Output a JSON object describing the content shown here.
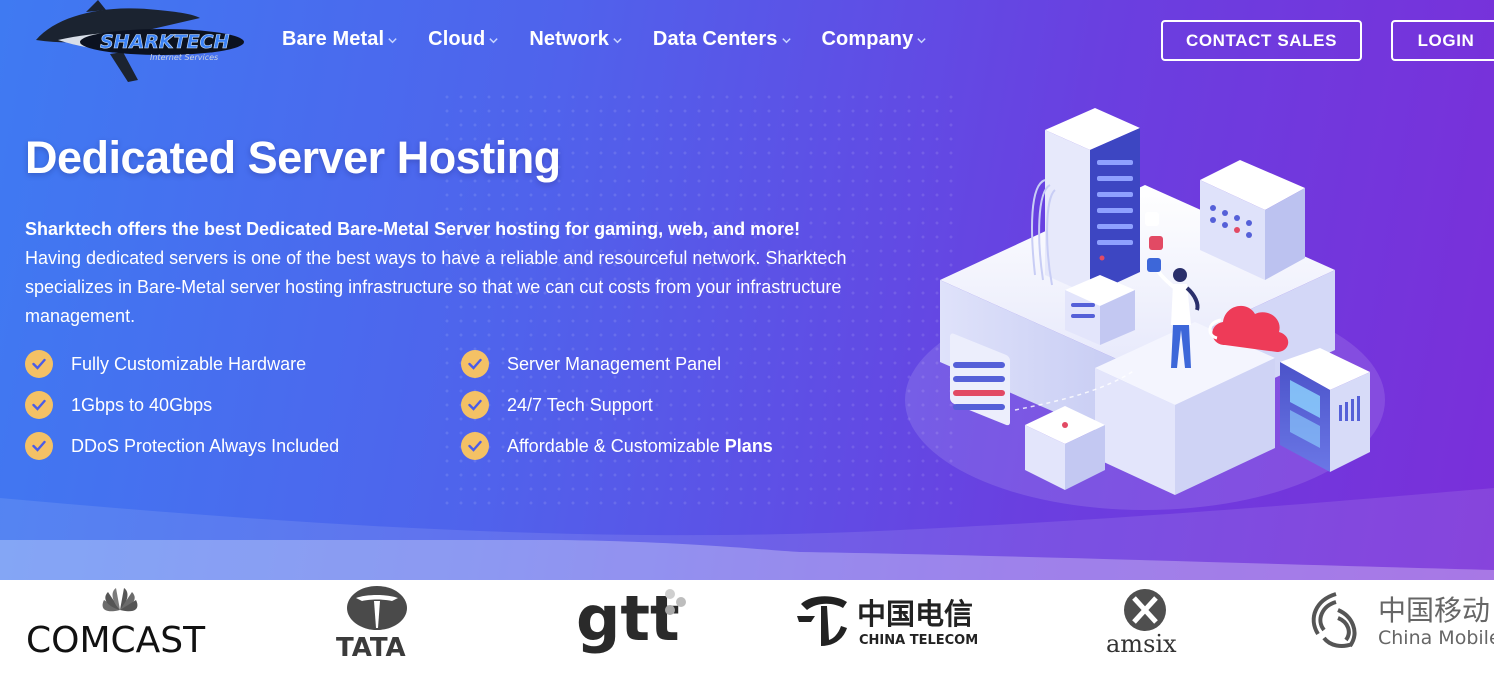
{
  "header": {
    "logo_text": "SHARKTECH",
    "logo_subtext": "Internet Services",
    "nav": [
      {
        "label": "Bare Metal"
      },
      {
        "label": "Cloud"
      },
      {
        "label": "Network"
      },
      {
        "label": "Data Centers"
      },
      {
        "label": "Company"
      }
    ],
    "contact_sales_label": "CONTACT SALES",
    "login_label": "LOGIN"
  },
  "hero": {
    "title": "Dedicated Server Hosting",
    "lead_strong": "Sharktech offers the best Dedicated Bare-Metal Server hosting for gaming, web, and more!",
    "lead_body": "Having dedicated servers is one of the best ways to have a reliable and resourceful network. Sharktech specializes in Bare-Metal server hosting infrastructure so that we can cut costs from your infrastructure management.",
    "features": [
      {
        "label": "Fully Customizable Hardware",
        "bold": ""
      },
      {
        "label": "Server Management Panel",
        "bold": ""
      },
      {
        "label": "1Gbps to 40Gbps",
        "bold": ""
      },
      {
        "label": "24/7 Tech Support",
        "bold": ""
      },
      {
        "label": "DDoS Protection Always Included",
        "bold": ""
      },
      {
        "label": "Affordable & Customizable",
        "bold": "Plans"
      }
    ]
  },
  "partners": {
    "comcast": "COMCAST",
    "tata": "TATA",
    "gtt": "gtt",
    "china_telecom_cn": "中国电信",
    "china_telecom_en": "CHINA TELECOM",
    "amsix": "amsix",
    "china_mobile_cn": "中国移动",
    "china_mobile_en": "China Mobile"
  },
  "colors": {
    "gradient_start": "#3f7af2",
    "gradient_end": "#7a2fd9",
    "check_yellow": "#f4c165",
    "cloud_red": "#ee3b58",
    "text_white": "#ffffff"
  }
}
